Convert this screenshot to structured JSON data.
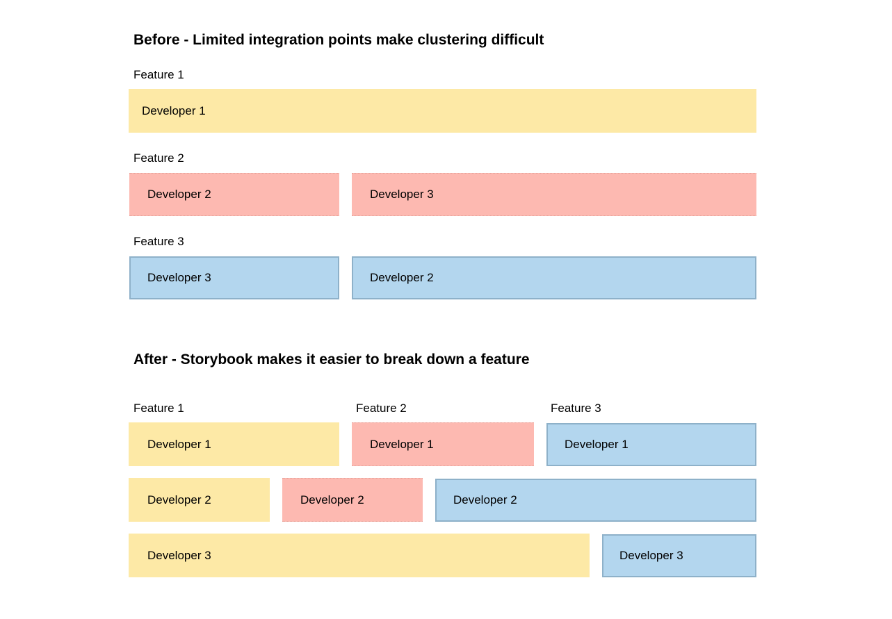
{
  "colors": {
    "feature_1": "#fde9a6",
    "feature_2": "#fdb9b1",
    "feature_3": "#b3d6ee",
    "feature_3_border": "#8eb1c9"
  },
  "before": {
    "title": "Before - Limited integration points make clustering difficult",
    "features": [
      {
        "label": "Feature 1",
        "developers": [
          "Developer 1"
        ]
      },
      {
        "label": "Feature 2",
        "developers": [
          "Developer 2",
          "Developer 3"
        ]
      },
      {
        "label": "Feature 3",
        "developers": [
          "Developer 3",
          "Developer 2"
        ]
      }
    ]
  },
  "after": {
    "title": "After - Storybook makes it easier to break down a feature",
    "features": [
      {
        "label": "Feature 1",
        "developers": [
          "Developer 1",
          "Developer 2",
          "Developer 3"
        ]
      },
      {
        "label": "Feature 2",
        "developers": [
          "Developer 1",
          "Developer 2"
        ]
      },
      {
        "label": "Feature 3",
        "developers": [
          "Developer 1",
          "Developer 2",
          "Developer 3"
        ]
      }
    ]
  }
}
